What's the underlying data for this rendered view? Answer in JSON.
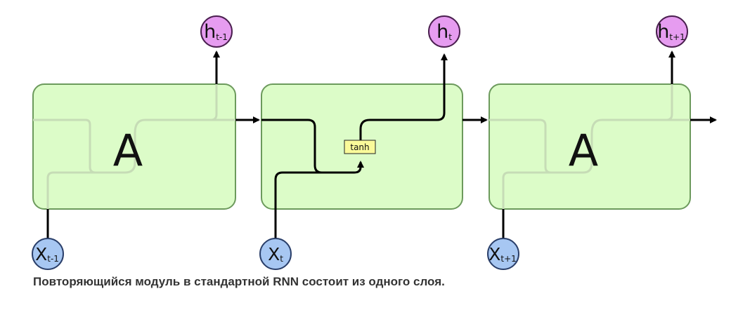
{
  "colors": {
    "cell_fill": "#dcfcc8",
    "cell_stroke": "#6c9a5c",
    "input_fill": "#a7c7f2",
    "input_stroke": "#2a3f6a",
    "output_fill": "#e69cf0",
    "output_stroke": "#4a1f4f",
    "tanh_fill": "#fafa9a",
    "line": "#000000"
  },
  "cells": [
    {
      "label": "A"
    },
    {
      "label": ""
    },
    {
      "label": "A"
    }
  ],
  "inputs": [
    {
      "base": "X",
      "sub": "t-1"
    },
    {
      "base": "X",
      "sub": "t"
    },
    {
      "base": "X",
      "sub": "t+1"
    }
  ],
  "outputs": [
    {
      "base": "h",
      "sub": "t-1"
    },
    {
      "base": "h",
      "sub": "t"
    },
    {
      "base": "h",
      "sub": "t+1"
    }
  ],
  "tanh_label": "tanh",
  "caption": "Повторяющийся модуль в стандартной RNN состоит из одного слоя."
}
